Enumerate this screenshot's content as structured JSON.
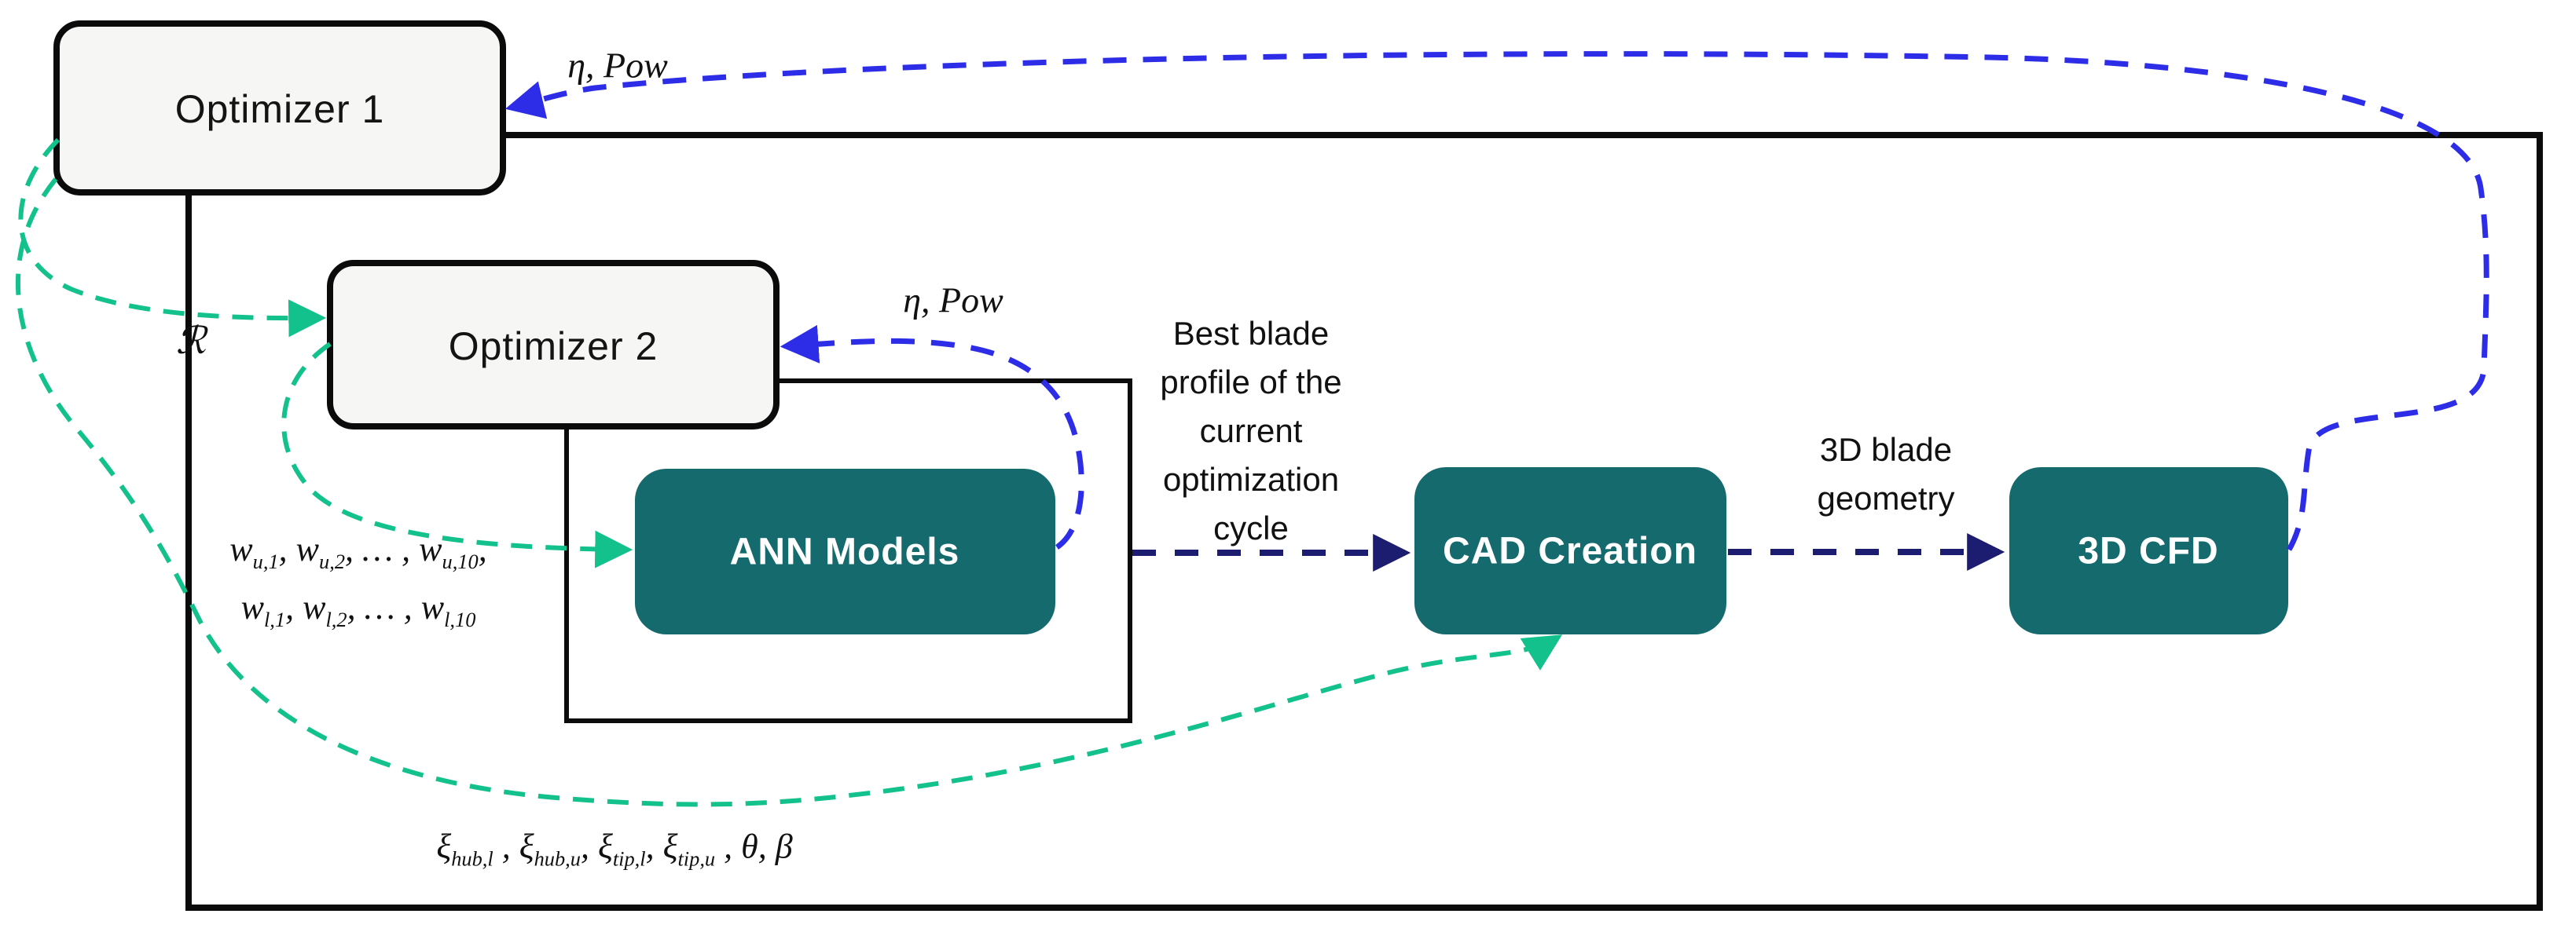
{
  "diagram": {
    "nodes": {
      "optimizer1": {
        "label": "Optimizer 1"
      },
      "optimizer2": {
        "label": "Optimizer 2"
      },
      "ann_models": {
        "label": "ANN Models"
      },
      "cad_creation": {
        "label": "CAD Creation"
      },
      "cfd_3d": {
        "label": "3D CFD"
      }
    },
    "edge_labels": {
      "eta_pow_outer": "η, Pow",
      "eta_pow_inner": "η, Pow",
      "radius": "ℛ",
      "best_blade_lines": [
        "Best blade",
        "profile of the",
        "current",
        "optimization",
        "cycle"
      ],
      "blade_geometry_lines": [
        "3D blade",
        "geometry"
      ],
      "w_line1_segments": [
        {
          "t": "w"
        },
        {
          "t": "u,1",
          "sub": true
        },
        {
          "t": ", "
        },
        {
          "t": "w"
        },
        {
          "t": "u,2",
          "sub": true
        },
        {
          "t": ", … , "
        },
        {
          "t": "w"
        },
        {
          "t": "u,10",
          "sub": true
        },
        {
          "t": ","
        }
      ],
      "w_line2_segments": [
        {
          "t": "w"
        },
        {
          "t": "l,1",
          "sub": true
        },
        {
          "t": ", "
        },
        {
          "t": "w"
        },
        {
          "t": "l,2",
          "sub": true
        },
        {
          "t": ", … , "
        },
        {
          "t": "w"
        },
        {
          "t": "l,10",
          "sub": true
        }
      ],
      "xi_segments": [
        {
          "t": "ξ"
        },
        {
          "t": "hub,l",
          "sub": true
        },
        {
          "t": " , "
        },
        {
          "t": "ξ"
        },
        {
          "t": "hub,u",
          "sub": true
        },
        {
          "t": ", "
        },
        {
          "t": "ξ"
        },
        {
          "t": "tip,l",
          "sub": true
        },
        {
          "t": ", "
        },
        {
          "t": "ξ"
        },
        {
          "t": "tip,u",
          "sub": true
        },
        {
          "t": " , θ, β"
        }
      ]
    },
    "colors": {
      "teal": "#156a6e",
      "node_fill": "#f6f6f4",
      "outline": "#0b0b0b",
      "green": "#13c18c",
      "blue": "#2d2de8",
      "navy": "#1c1c70"
    }
  }
}
